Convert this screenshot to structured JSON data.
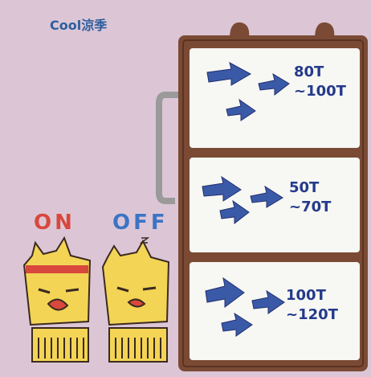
{
  "header": {
    "title": "Cool涼季"
  },
  "switch": {
    "on_label": "ON",
    "off_label": "OFF"
  },
  "panels": [
    {
      "line1": "80T",
      "line2": "~100T"
    },
    {
      "line1": "50T",
      "line2": "~70T"
    },
    {
      "line1": "100T",
      "line2": "~120T"
    }
  ],
  "colors": {
    "background": "#dcc6d6",
    "frame": "#7a4a34",
    "arrow": "#3a5aa8",
    "label": "#243a8a",
    "on": "#d8483c",
    "off": "#3c74c4",
    "character": "#f3d455"
  }
}
